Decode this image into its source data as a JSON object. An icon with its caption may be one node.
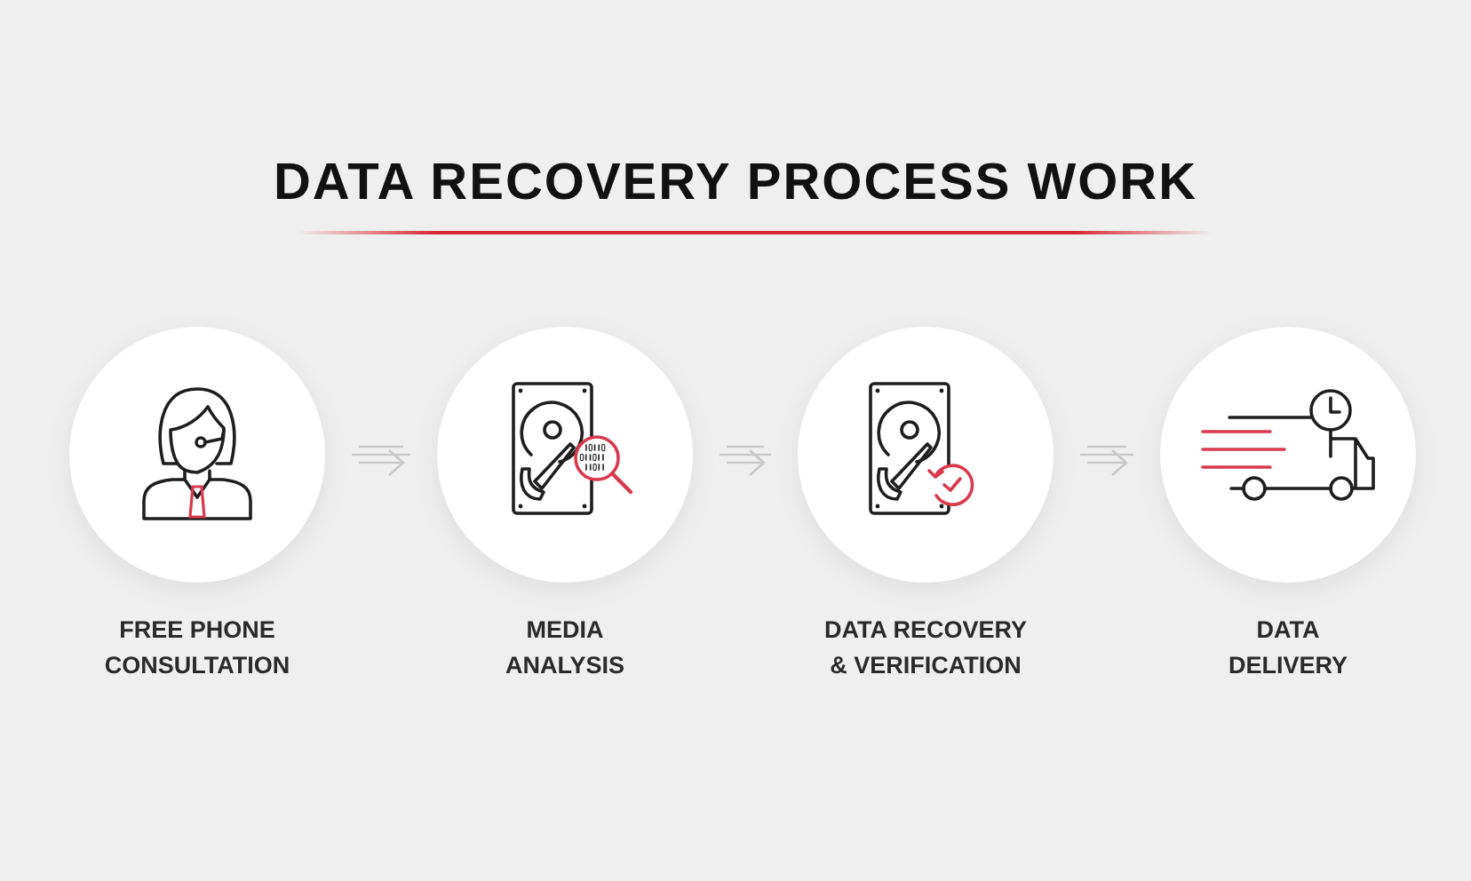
{
  "diagram": {
    "title": "DATA RECOVERY PROCESS WORK",
    "nodes": [
      {
        "text": [
          "FREE PHONE CONSULTATION"
        ]
      },
      {
        "text": [
          "MEDIA ANALYSIS"
        ]
      },
      {
        "text": [
          "DATA RECOVERY & VERIFICATION"
        ]
      },
      {
        "text": [
          "DATA DELIVERY"
        ]
      }
    ],
    "edges": [
      {
        "from": 0,
        "to": 1,
        "arrow": "to"
      },
      {
        "from": 1,
        "to": 2,
        "arrow": "to"
      },
      {
        "from": 2,
        "to": 3,
        "arrow": "to"
      }
    ]
  }
}
